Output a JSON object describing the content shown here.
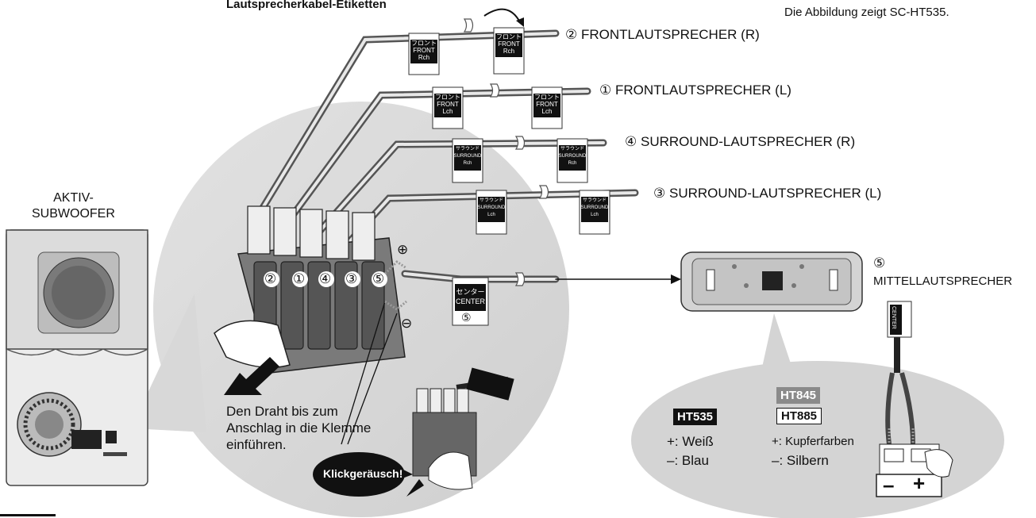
{
  "labels_heading": "Lautsprecherkabel-Etiketten",
  "illustration_note": "Die Abbildung zeigt SC-HT535.",
  "speakers": [
    {
      "num": "②",
      "text": "FRONTLAUTSPRECHER (R)",
      "tag_jp": "フロント",
      "tag_en": "FRONT",
      "tag_ch": "Rch"
    },
    {
      "num": "①",
      "text": "FRONTLAUTSPRECHER (L)",
      "tag_jp": "フロント",
      "tag_en": "FRONT",
      "tag_ch": "Lch"
    },
    {
      "num": "④",
      "text": "SURROUND-LAUTSPRECHER (R)",
      "tag_jp": "サラウンド",
      "tag_en": "SURROUND",
      "tag_ch": "Rch"
    },
    {
      "num": "③",
      "text": "SURROUND-LAUTSPRECHER (L)",
      "tag_jp": "サラウンド",
      "tag_en": "SURROUND",
      "tag_ch": "Lch"
    }
  ],
  "subwoofer_label": "AKTIV-\nSUBWOOFER",
  "center": {
    "num": "⑤",
    "text": "MITTELLAUTSPRECHER",
    "tag_jp": "センター",
    "tag_en": "CENTER"
  },
  "terminal_numbers": [
    "②",
    "①",
    "④",
    "③",
    "⑤"
  ],
  "plus_sign": "⊕",
  "minus_sign": "⊖",
  "instruction": "Den Draht bis zum Anschlag in die Klemme einführen.",
  "click_sound": "Klickgeräusch!",
  "models": {
    "ht535": "HT535",
    "ht845": "HT845",
    "ht885": "HT885",
    "ht535_plus": "+: Weiß",
    "ht535_minus": "–: Blau",
    "ht8x5_plus": "+: Kupferfarben",
    "ht8x5_minus": "–: Silbern"
  },
  "terminal_minus": "–",
  "terminal_plus": "+"
}
